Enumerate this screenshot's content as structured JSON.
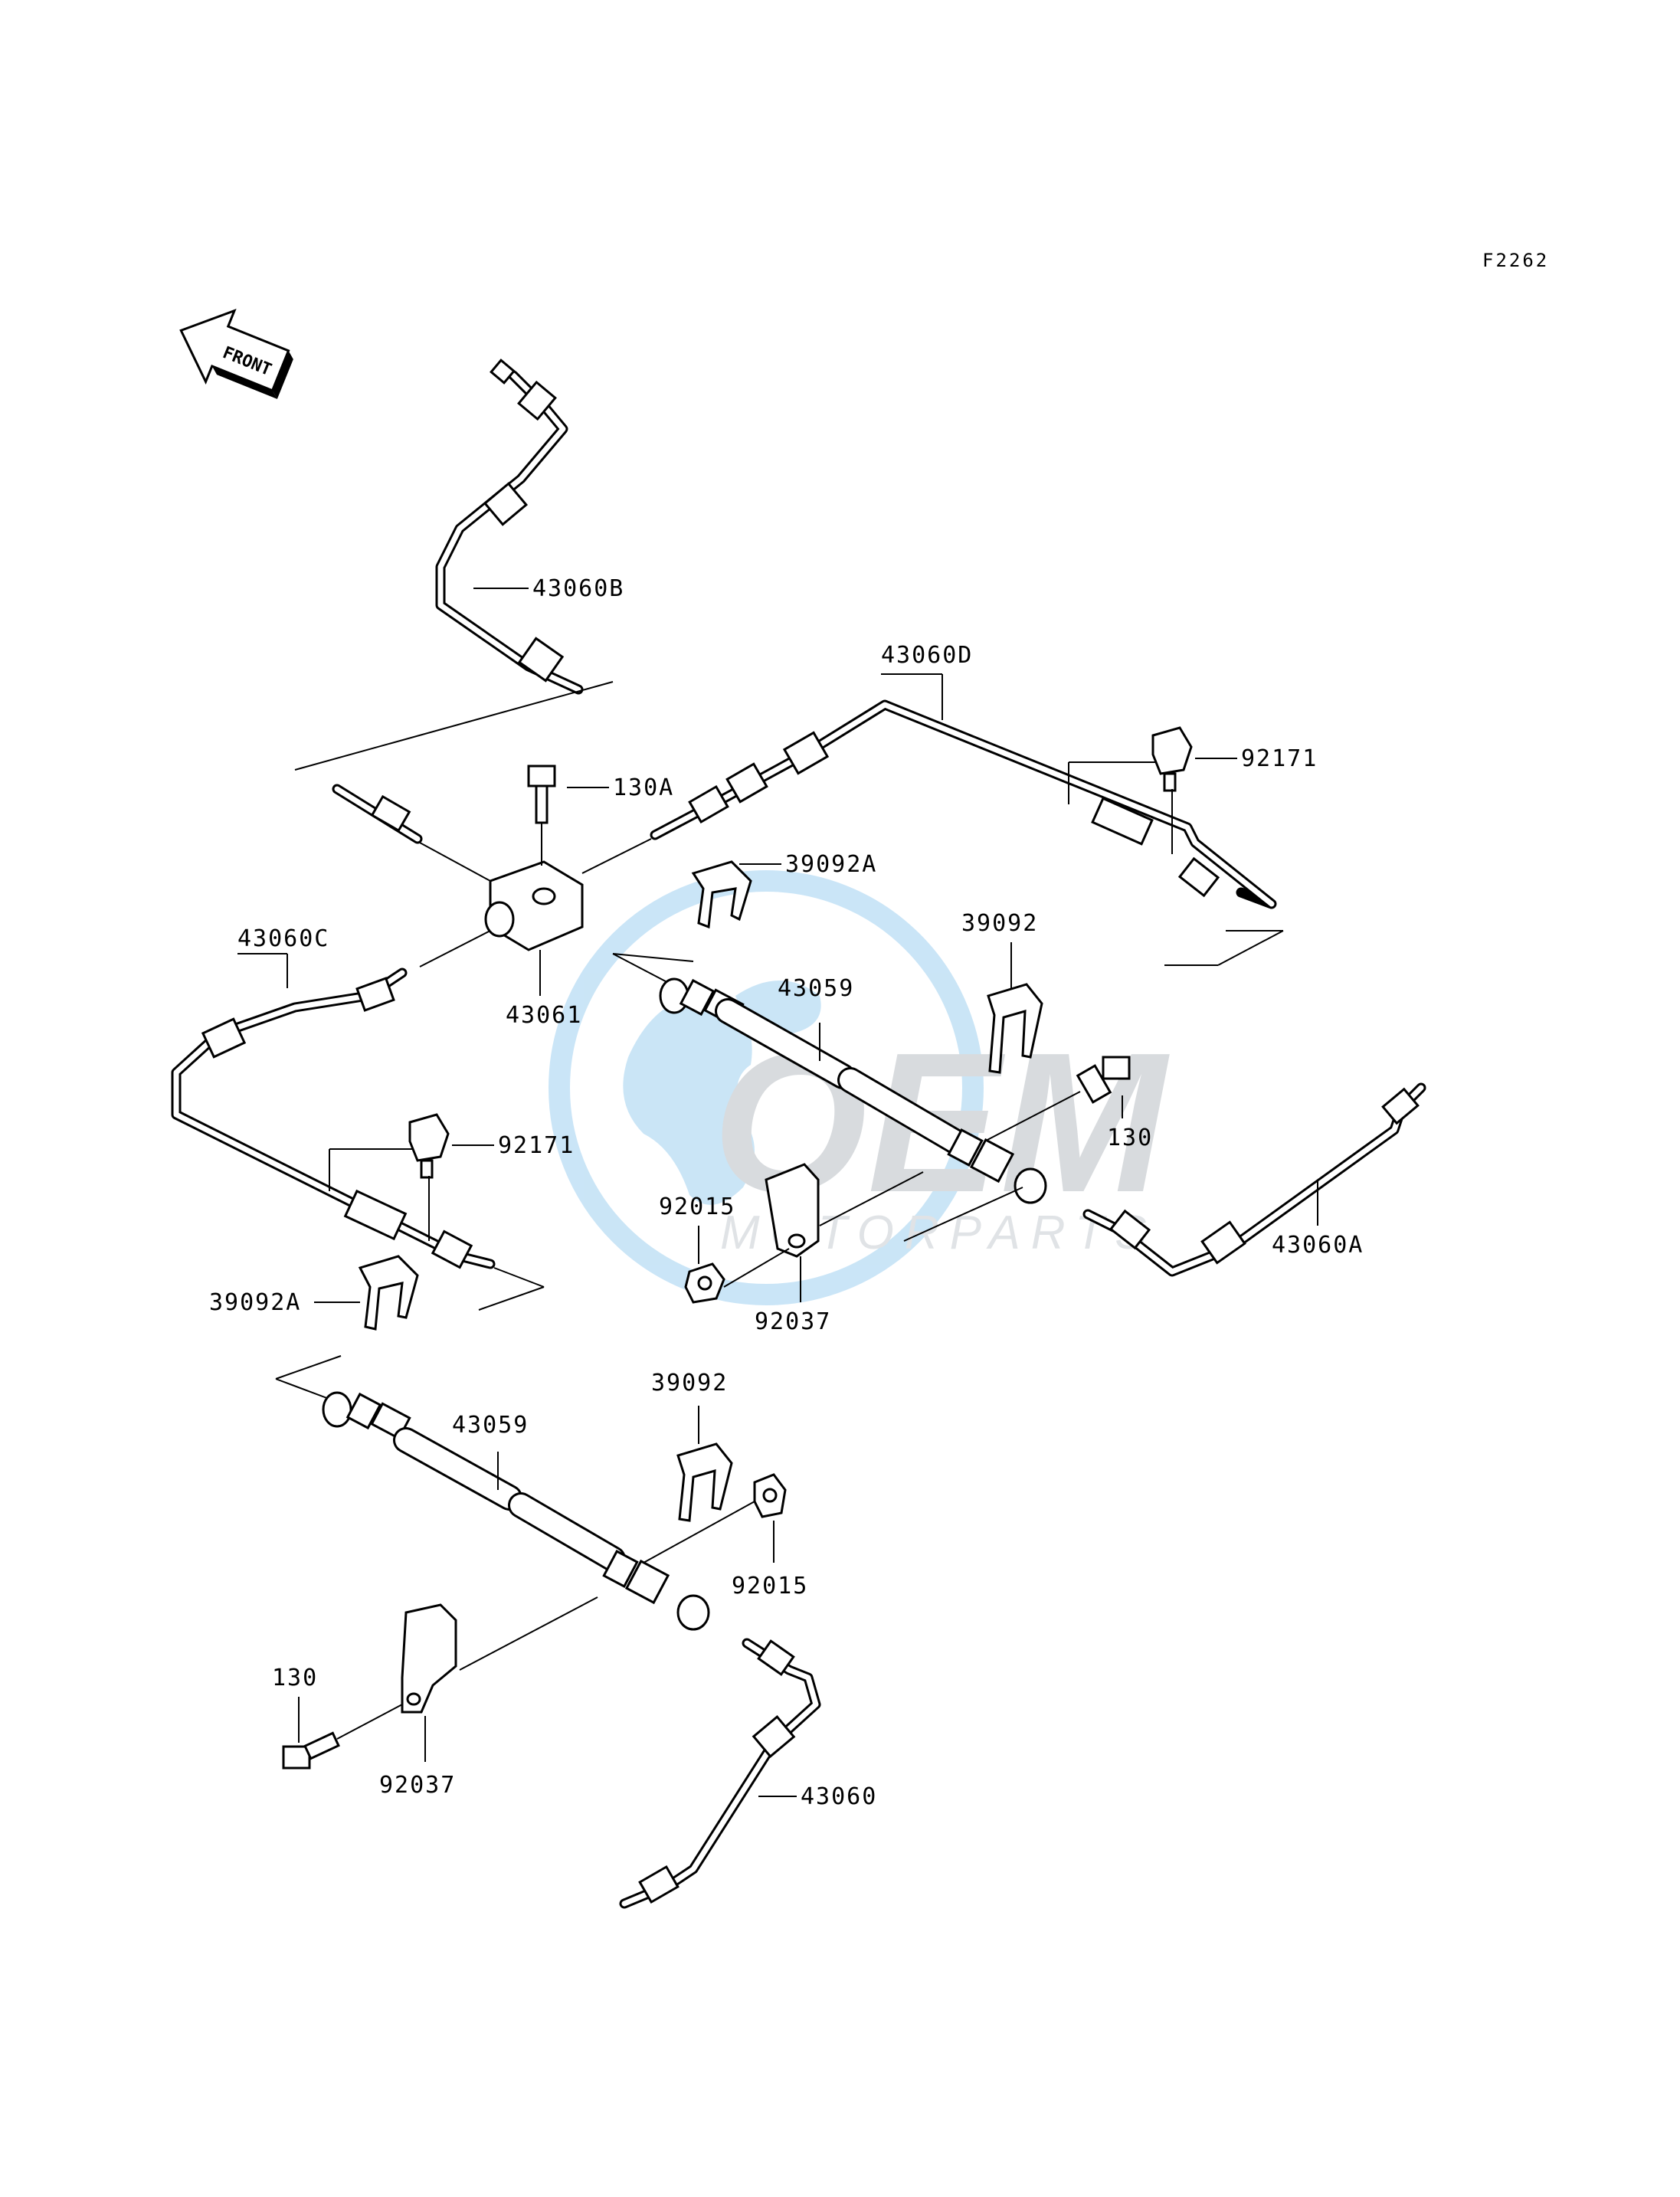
{
  "figure_code": "F2262",
  "front_arrow_text": "FRONT",
  "watermark": {
    "brand": "OEM",
    "sub": "MOTORPARTS",
    "color_globe": "#9fd0f0",
    "color_brand": "#b9bec4"
  },
  "labels": {
    "p43060B": "43060B",
    "p43060D": "43060D",
    "p92171_top": "92171",
    "p130A": "130A",
    "p39092A_top": "39092A",
    "p39092_top": "39092",
    "p43060C": "43060C",
    "p43061": "43061",
    "p43059_top": "43059",
    "p92171_mid": "92171",
    "p130_right": "130",
    "p92015_mid": "92015",
    "p92037_mid": "92037",
    "p43060A": "43060A",
    "p39092A_left": "39092A",
    "p39092_bot": "39092",
    "p43059_bot": "43059",
    "p92015_bot": "92015",
    "p130_left": "130",
    "p92037_bot": "92037",
    "p43060": "43060"
  }
}
